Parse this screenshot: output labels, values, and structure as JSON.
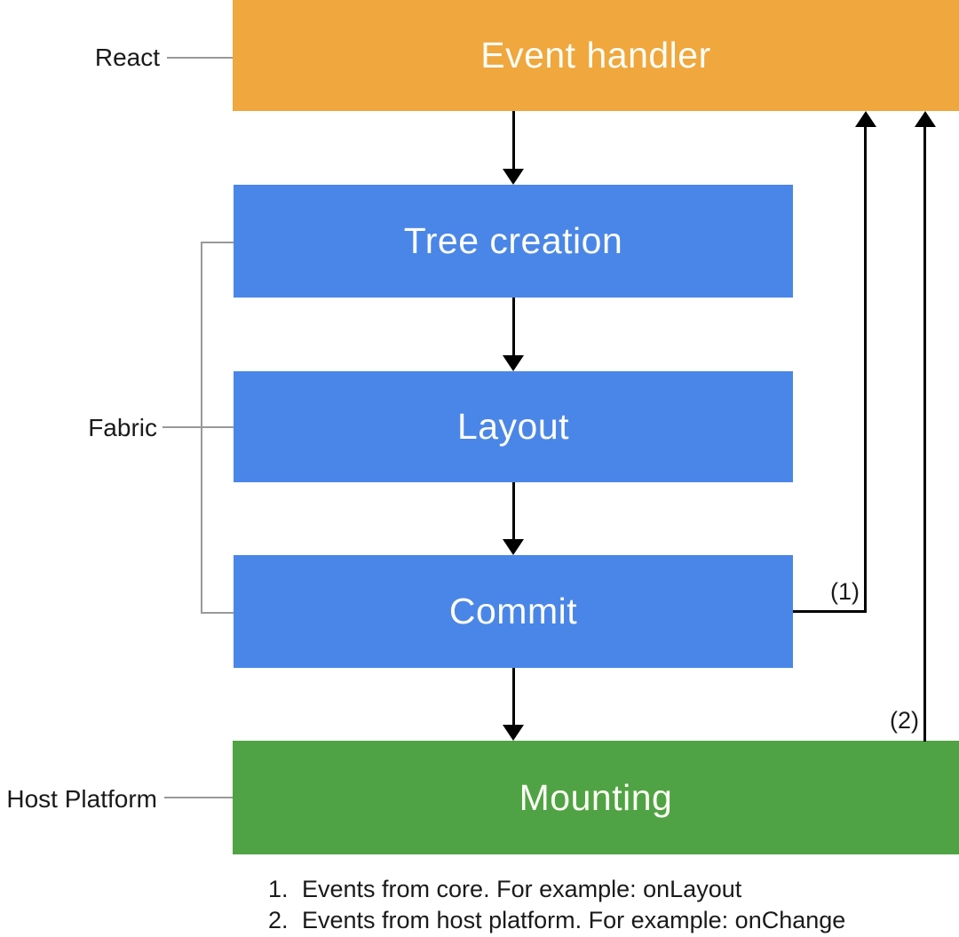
{
  "boxes": {
    "event_handler": {
      "label": "Event handler",
      "bg": "#EFA73E"
    },
    "tree_creation": {
      "label": "Tree creation",
      "bg": "#4A86E8"
    },
    "layout": {
      "label": "Layout",
      "bg": "#4A86E8"
    },
    "commit": {
      "label": "Commit",
      "bg": "#4A86E8"
    },
    "mounting": {
      "label": "Mounting",
      "bg": "#50A344"
    }
  },
  "side_labels": {
    "react": "React",
    "fabric": "Fabric",
    "host_platform": "Host Platform"
  },
  "arrow_labels": {
    "callback_core": "(1)",
    "callback_host": "(2)"
  },
  "notes": [
    {
      "number": "1.",
      "text": "Events from core. For example: onLayout"
    },
    {
      "number": "2.",
      "text": "Events from host platform. For example: onChange"
    }
  ],
  "colors": {
    "orange": "#EFA73E",
    "blue": "#4A86E8",
    "green": "#50A344",
    "arrow": "#000000",
    "connector_line": "#999999",
    "box_text": "#ffffff",
    "label_text": "#1a1a1a"
  }
}
